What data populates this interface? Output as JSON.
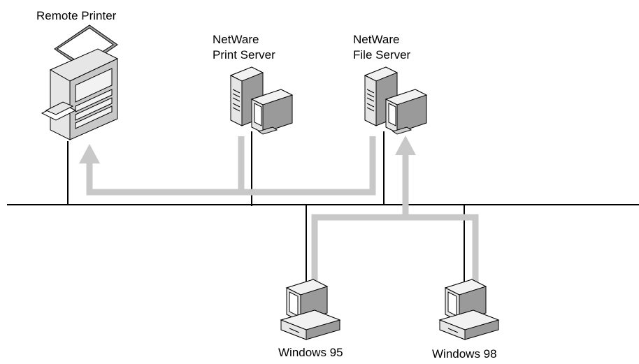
{
  "labels": {
    "remote_printer": "Remote Printer",
    "print_server_line1": "NetWare",
    "print_server_line2": "Print Server",
    "file_server_line1": "NetWare",
    "file_server_line2": "File Server",
    "client1": "Windows 95",
    "client2": "Windows 98"
  },
  "colors": {
    "network_line": "#000000",
    "flow_arrow": "#c8c8c8",
    "device_fill": "#f2f2f2",
    "device_shadow": "#9a9a9a"
  },
  "icons": {
    "printer": "multifunction-printer-icon",
    "server": "tower-server-with-monitor-icon",
    "client": "desktop-computer-icon"
  }
}
